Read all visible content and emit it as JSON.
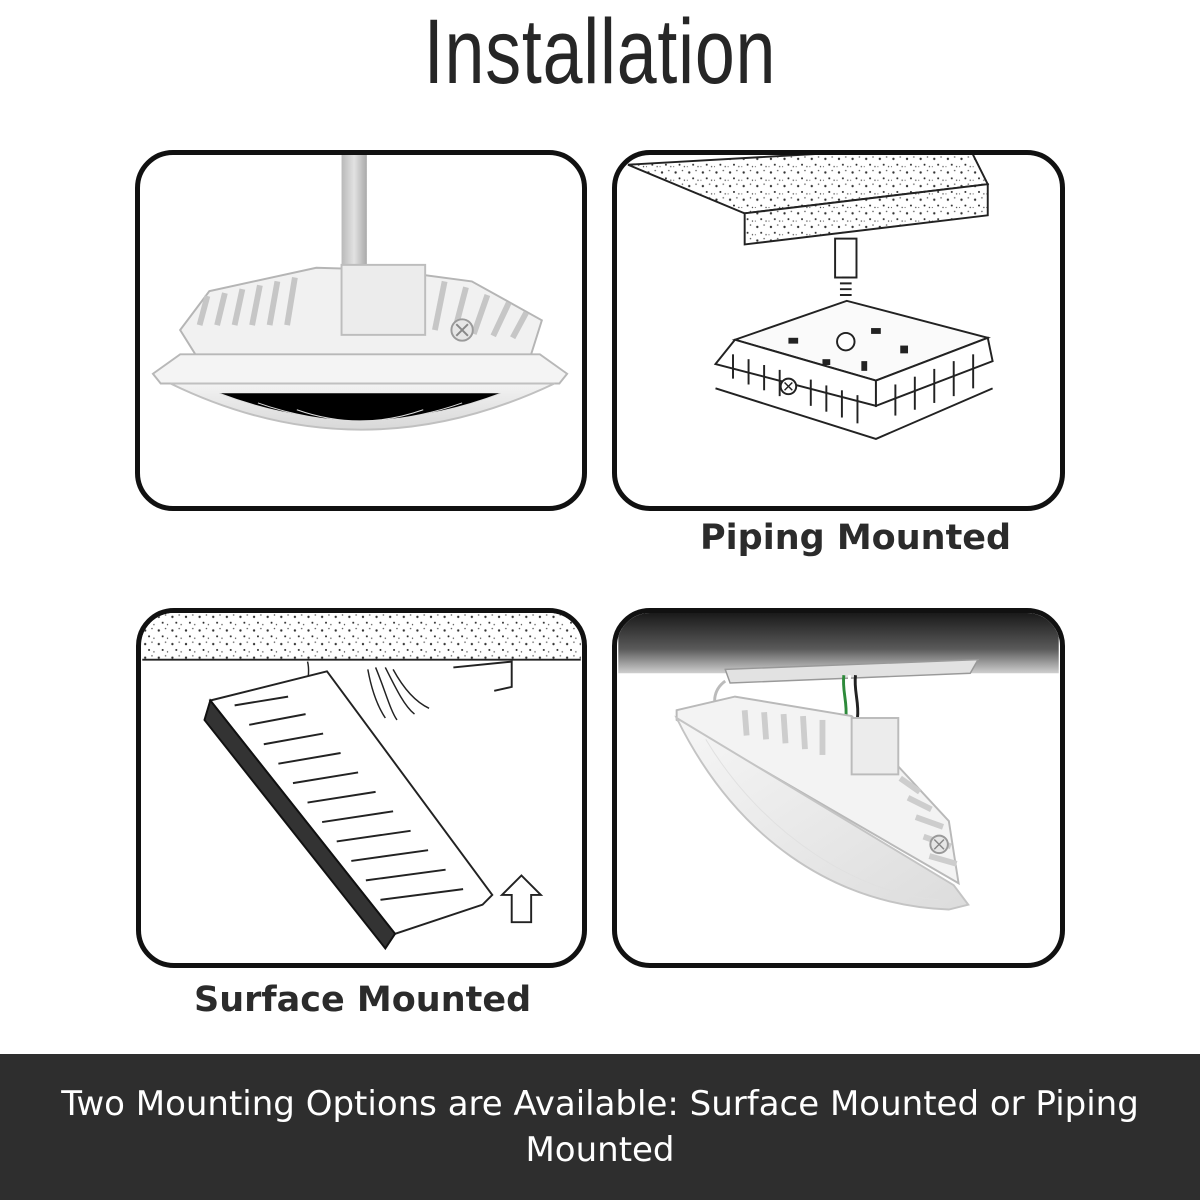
{
  "title": "Installation",
  "panels": {
    "pole_mount": {
      "caption": ""
    },
    "piping_mount": {
      "caption": "Piping Mounted"
    },
    "surface_mount": {
      "caption": "Surface Mounted"
    },
    "ceiling_mount": {
      "caption": ""
    }
  },
  "footer": {
    "text": "Two Mounting Options are Available: Surface Mounted or Piping Mounted"
  },
  "colors": {
    "frame": "#111111",
    "footer_bg": "#2e2e2e",
    "footer_text": "#ffffff",
    "title_text": "#262626"
  },
  "icons": [
    "canopy-light-icon",
    "up-arrow-icon",
    "ceiling-slab-icon",
    "pipe-icon"
  ]
}
